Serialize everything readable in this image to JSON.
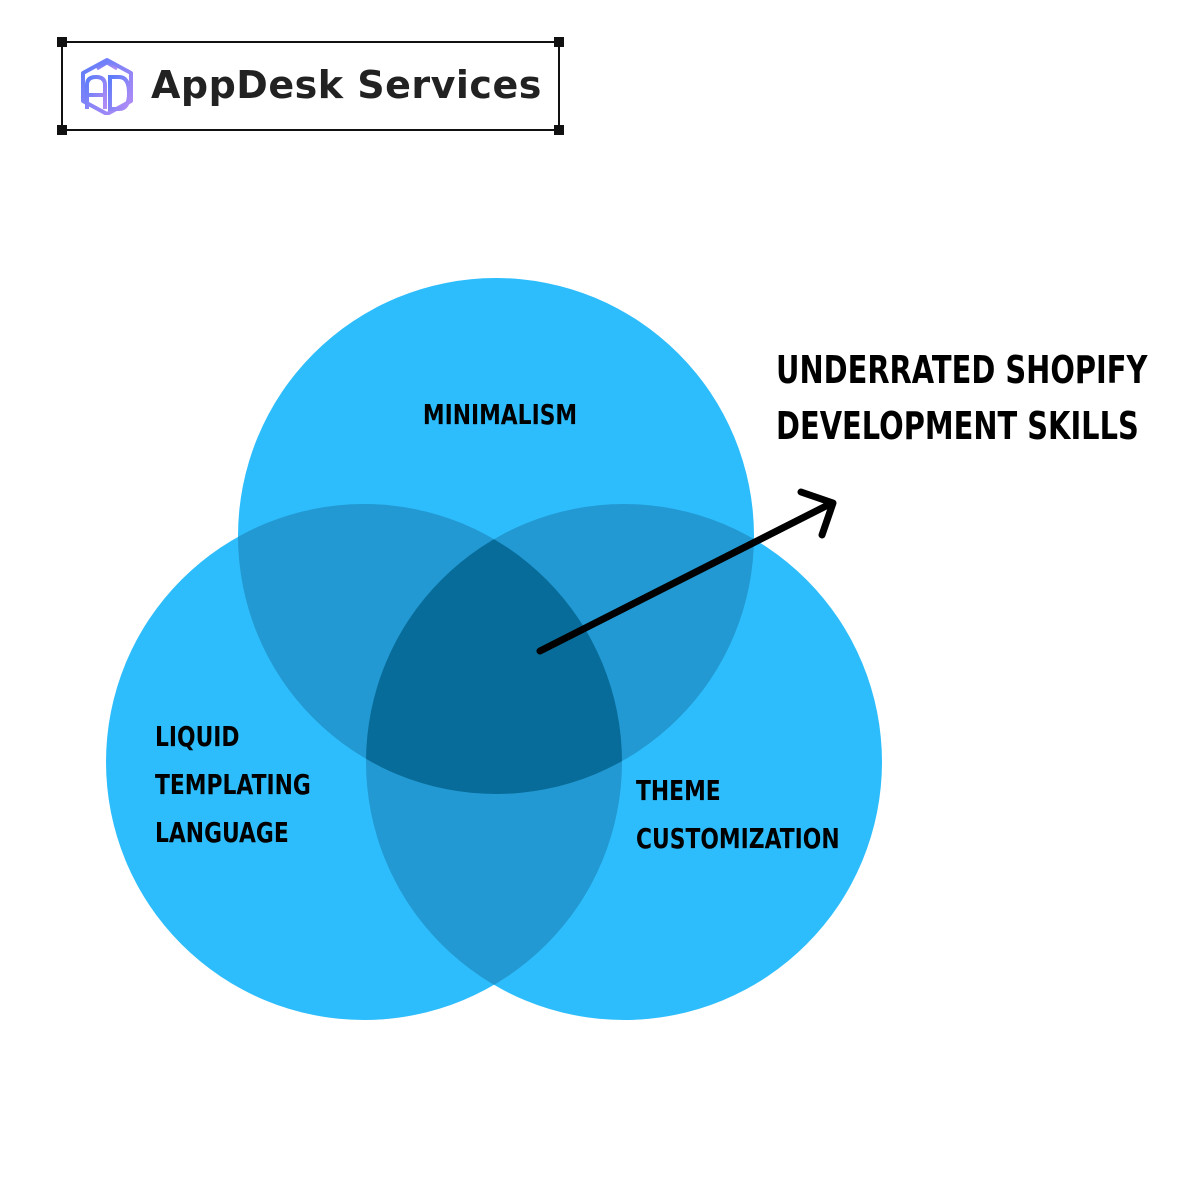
{
  "brand": {
    "name": "AppDesk Services",
    "logo_icon": "appdesk-ad-cube-logo"
  },
  "diagram": {
    "type": "venn",
    "circles": [
      {
        "label_lines": [
          "MINIMALISM"
        ]
      },
      {
        "label_lines": [
          "LIQUID",
          "TEMPLATING",
          "LANGUAGE"
        ]
      },
      {
        "label_lines": [
          "THEME",
          "CUSTOMIZATION"
        ]
      }
    ],
    "center_callout": {
      "lines": [
        "UNDERRATED SHOPIFY",
        "DEVELOPMENT SKILLS"
      ]
    }
  },
  "colors": {
    "circle_fill": "#2EBDFC",
    "pair_overlap": "#2299D2",
    "center_overlap": "#086C9A",
    "text": "#000000",
    "logo_gradient_start": "#5B7CFA",
    "logo_gradient_end": "#B58CF5"
  }
}
